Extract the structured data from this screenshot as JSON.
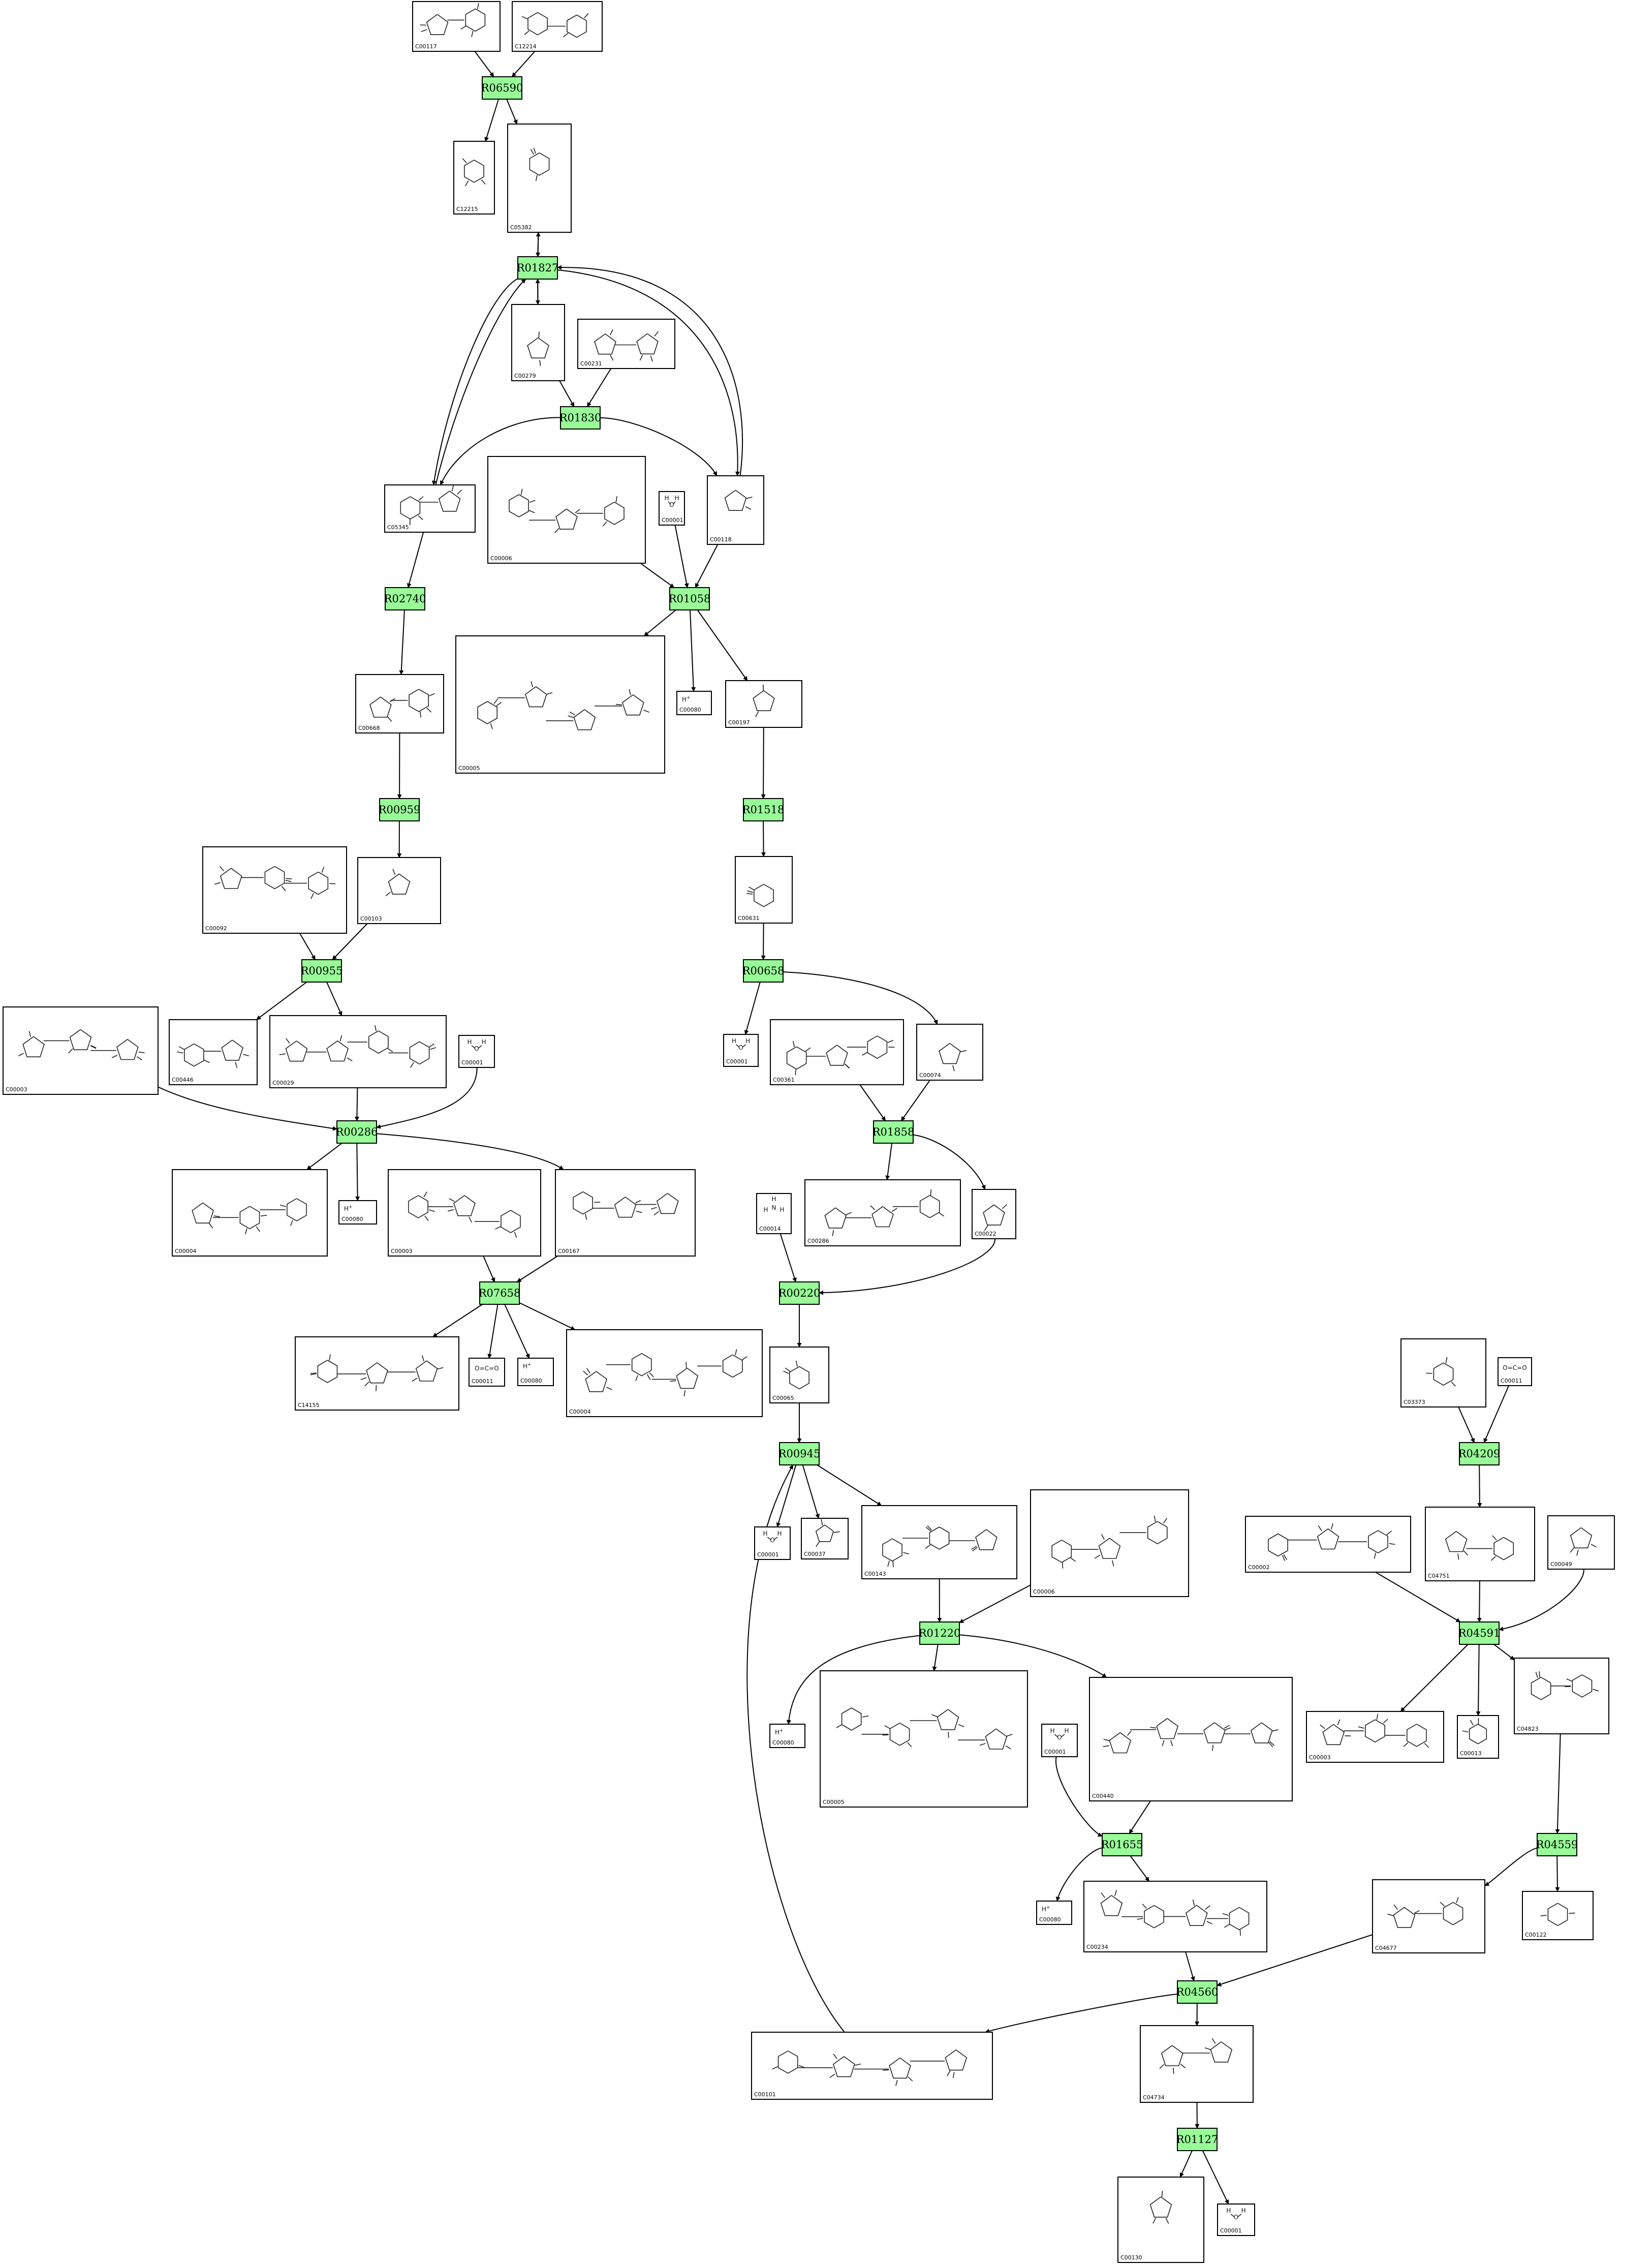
{
  "reactions": [
    "R06590",
    "R01827",
    "R01830",
    "R02740",
    "R01058",
    "R00959",
    "R01518",
    "R00955",
    "R00658",
    "R00286",
    "R01858",
    "R07658",
    "R00220",
    "R00945",
    "R04209",
    "R01220",
    "R04591",
    "R01655",
    "R04559",
    "R04560",
    "R01127"
  ],
  "compounds": [
    "C00117",
    "C12214",
    "C12215",
    "C05382",
    "C00279",
    "C00231",
    "C05345",
    "C00006",
    "C00001",
    "C00118",
    "C00668",
    "C00005",
    "C00080",
    "C00197",
    "C00103",
    "C00092",
    "C00631",
    "C00446",
    "C00029",
    "C00003",
    "C00001",
    "C00001",
    "C00361",
    "C00074",
    "C00004",
    "C00080",
    "C00003",
    "C00167",
    "C00286",
    "C00022",
    "C00014",
    "C14155",
    "C00011",
    "C00080",
    "C00004",
    "C00065",
    "C03373",
    "C00011",
    "C00001",
    "C00037",
    "C00143",
    "C00006",
    "C00002",
    "C04751",
    "C00049",
    "C00080",
    "C00005",
    "C00001",
    "C00440",
    "C00003",
    "C00013",
    "C04823",
    "C00234",
    "C00080",
    "C04677",
    "C00122",
    "C00101",
    "C04734",
    "C00130",
    "C00001"
  ],
  "small_labels": {
    "water": [
      "H",
      "O",
      "H"
    ],
    "proton": "H",
    "proton_sup": "+",
    "co2": "O=C=O",
    "ammonia": [
      "H",
      "N",
      "H",
      "H"
    ]
  },
  "colors": {
    "reaction_fill": "#98fb98",
    "box_stroke": "#000000",
    "edge": "#000000",
    "background": "#ffffff"
  }
}
